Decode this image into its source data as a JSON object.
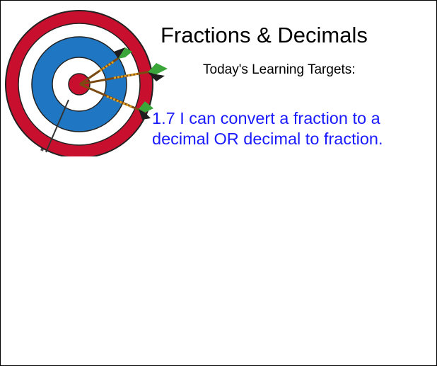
{
  "slide": {
    "title": "Fractions & Decimals",
    "subtitle": "Today's Learning Targets:",
    "learning_target": {
      "line1": "1.7  I can convert a fraction to a",
      "line2": "decimal OR decimal to fraction."
    }
  },
  "colors": {
    "target_text": "#1a1aff",
    "ring_red": "#c8102e",
    "ring_blue": "#1f77c4",
    "dart_flight": "#3aa63a"
  },
  "icons": {
    "graphic": "dartboard-with-darts-icon"
  }
}
